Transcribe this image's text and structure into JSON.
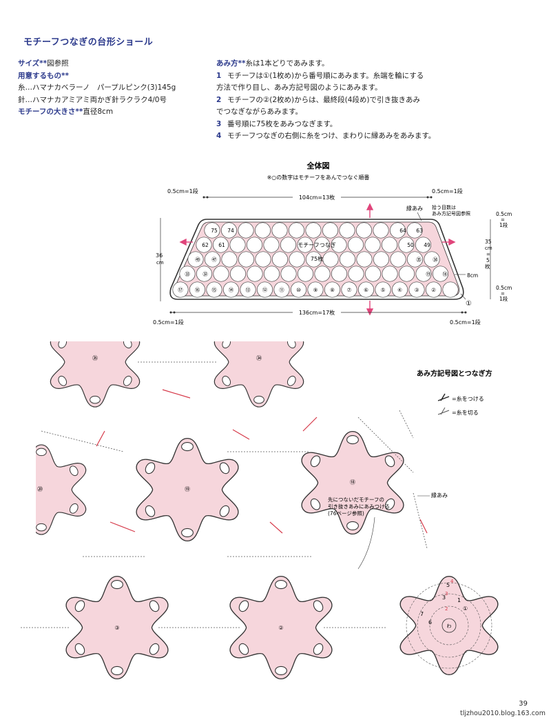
{
  "title": "モチーフつなぎの台形ショール",
  "info": {
    "size_label": "サイズ**",
    "size_value": "図参照",
    "materials_label": "用意するもの**",
    "yarn_line": "糸…ハマナカベラーノ　パープルピンク(3)145g",
    "hook_line": "針…ハマナカアミアミ両かぎ針ラクラク4/0号",
    "motif_size_label": "モチーフの大きさ**",
    "motif_size_value": "直径8cm"
  },
  "method": {
    "label": "あみ方**",
    "intro": "糸は1本どりであみます。",
    "steps": [
      {
        "num": "1",
        "line1": "モチーフは①(1枚め)から番号順にあみます。糸端を輪にする",
        "line2": "方法で作り目し、あみ方記号図のようにあみます。"
      },
      {
        "num": "2",
        "line1": "モチーフの②(2枚め)からは、最終段(4段め)で引き抜きあみ",
        "line2": "でつなぎながらあみます。"
      },
      {
        "num": "3",
        "line1": "番号順に75枚をあみつなぎます。",
        "line2": ""
      },
      {
        "num": "4",
        "line1": "モチーフつなぎの右側に糸をつけ、まわりに縁あみをあみます。",
        "line2": ""
      }
    ]
  },
  "overall": {
    "title": "全体図",
    "note": "※○の数字はモチーフをあんでつなぐ順番",
    "top_left_dim": "0.5cm=1段",
    "top_right_dim": "0.5cm=1段",
    "top_width": "104cm=13枚",
    "bottom_width": "136cm=17枚",
    "bottom_left_dim": "0.5cm=1段",
    "bottom_right_dim": "0.5cm=1段",
    "height_label": "36",
    "height_unit": "cm",
    "right_top_a": "0.5cm",
    "right_top_b": "=",
    "right_top_c": "1段",
    "right_mid_a": "35",
    "right_mid_b": "cm",
    "right_mid_c": "=",
    "right_mid_d": "5",
    "right_mid_e": "枚",
    "right_bot_a": "0.5cm",
    "right_bot_b": "=",
    "right_bot_c": "1段",
    "edge_label": "縁あみ",
    "pickup_note_1": "拾う目数は",
    "pickup_note_2": "あみ方記号図参照",
    "center_label": "モチーフつなぎ",
    "center_count": "75枚",
    "motif_diameter": "8cm",
    "start_marker": "①",
    "row1": [
      "⑰",
      "⑯",
      "⑮",
      "⑭",
      "⑬",
      "⑫",
      "⑪",
      "⑩",
      "⑨",
      "⑧",
      "⑦",
      "⑥",
      "⑤",
      "④",
      "③",
      "②"
    ],
    "row2_left": [
      "㉝",
      "㉜"
    ],
    "row2_right": [
      "⑲",
      "⑱"
    ],
    "row3_left": [
      "㊾",
      "㊼"
    ],
    "row3_right": [
      "㉟",
      "㉞"
    ],
    "row4_left": [
      "62",
      "61"
    ],
    "row4_right": [
      "50",
      "49"
    ],
    "row5_left": [
      "75",
      "74"
    ],
    "row5_right": [
      "64",
      "63"
    ]
  },
  "detail": {
    "title": "あみ方記号図とつなぎ方",
    "legend_attach": "=糸をつける",
    "legend_cut": "=糸を切る",
    "edge_label": "縁あみ",
    "join_note_1": "先につないだモチーフの",
    "join_note_2": "引き抜きあみにあみつける",
    "join_note_3": "(76ページ参照)",
    "motif_labels": [
      "㉟",
      "㉞",
      "⑳",
      "⑲",
      "⑱",
      "③",
      "②"
    ],
    "round_labels": [
      "1",
      "2",
      "3",
      "4",
      "5",
      "6",
      "7"
    ],
    "start_label": "わ",
    "num_one": "①"
  },
  "page_number": "39",
  "watermark": "tljzhou2010.blog.163.com",
  "colors": {
    "title_blue": "#2c3a8c",
    "motif_fill": "#f6d6dc",
    "outline": "#333333",
    "arrow_red": "#d63a4a",
    "arrow_magenta": "#e0457b"
  }
}
